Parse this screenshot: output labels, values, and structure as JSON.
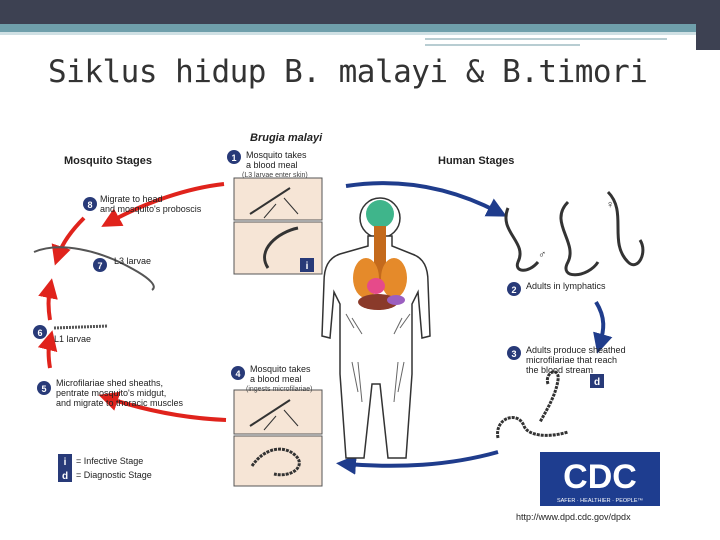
{
  "slide": {
    "title": "Siklus hidup B. malayi & B.timori"
  },
  "diagram": {
    "title": "Brugia malayi",
    "mosquito_stages_label": "Mosquito Stages",
    "human_stages_label": "Human Stages",
    "steps": [
      {
        "num": "1",
        "lines": [
          "Mosquito takes",
          "a blood meal"
        ],
        "note": "(L3 larvae enter skin)"
      },
      {
        "num": "2",
        "lines": [
          "Adults in lymphatics"
        ]
      },
      {
        "num": "3",
        "lines": [
          "Adults produce sheathed",
          "microfilariae that reach",
          "the blood stream"
        ]
      },
      {
        "num": "4",
        "lines": [
          "Mosquito takes",
          "a blood meal"
        ],
        "note": "(ingests microfilariae)"
      },
      {
        "num": "5",
        "lines": [
          "Microfilariae shed sheaths,",
          "pentrate mosquito's midgut,",
          "and migrate to thoracic muscles"
        ]
      },
      {
        "num": "6",
        "lines": [
          "L1 larvae"
        ]
      },
      {
        "num": "7",
        "lines": [
          "L3 larvae"
        ]
      },
      {
        "num": "8",
        "lines": [
          "Migrate to head",
          "and mosquito's proboscis"
        ]
      }
    ],
    "legend": {
      "infective_symbol": "i",
      "infective_label": "= Infective Stage",
      "diagnostic_symbol": "d",
      "diagnostic_label": "= Diagnostic Stage"
    },
    "cdc": {
      "logo_text": "CDC",
      "tagline": "SAFER · HEALTHIER · PEOPLE™",
      "url": "http://www.dpd.cdc.gov/dpdx"
    },
    "colors": {
      "mosquito_arrow": "#e0231c",
      "human_arrow": "#1f3c8c",
      "step_badge": "#283a78",
      "cdc_blue": "#1e3d8f"
    }
  }
}
